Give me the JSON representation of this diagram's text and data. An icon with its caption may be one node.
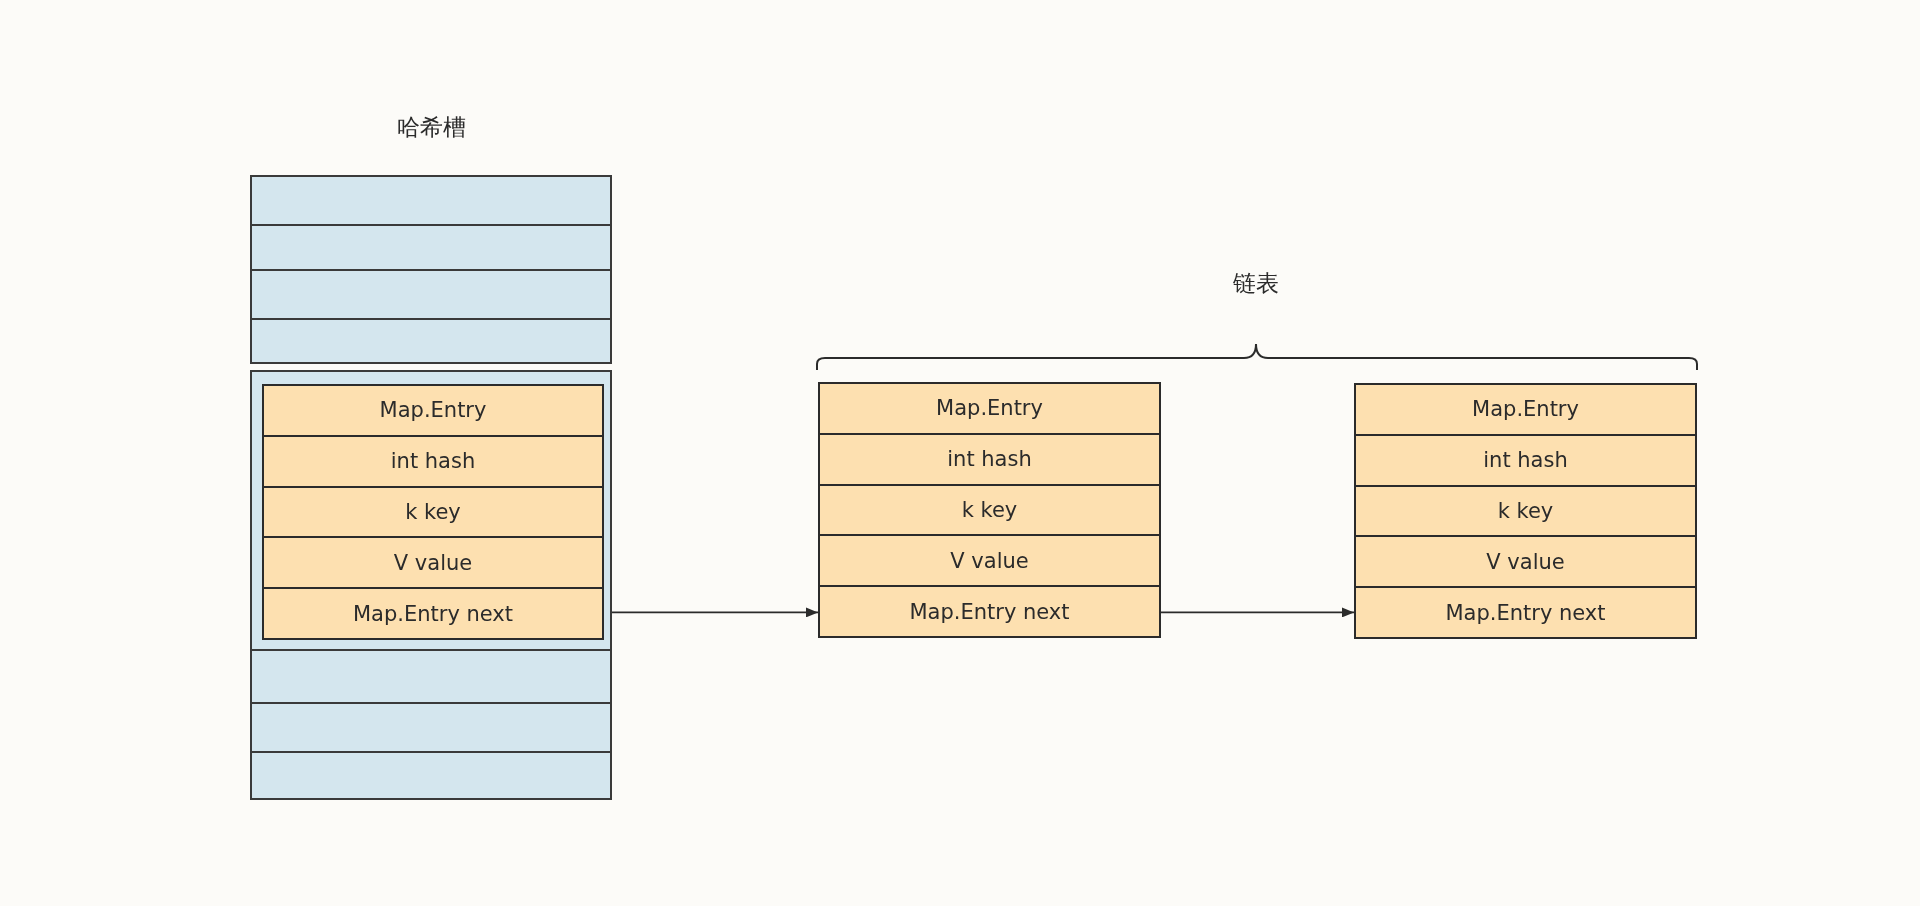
{
  "diagram": {
    "nodes": [
      {
        "text": [
          "哈希槽"
        ]
      },
      {
        "text": [],
        "shape": "box",
        "in": 0
      },
      {
        "text": [],
        "shape": "box",
        "in": 0
      },
      {
        "text": [],
        "shape": "box",
        "in": 0
      },
      {
        "text": [],
        "shape": "box",
        "in": 0
      },
      {
        "text": [],
        "shape": "box",
        "in": 0
      },
      {
        "text": [
          "Map.Entry",
          "int hash",
          "k key",
          "V value",
          "Map.Entry next"
        ],
        "in": 5
      },
      {
        "text": [],
        "shape": "box",
        "in": 0
      },
      {
        "text": [],
        "shape": "box",
        "in": 0
      },
      {
        "text": [],
        "shape": "box",
        "in": 0
      },
      {
        "text": [
          "Map.Entry",
          "int hash",
          "k key",
          "V value",
          "Map.Entry next"
        ]
      },
      {
        "text": [
          "Map.Entry",
          "int hash",
          "k key",
          "V value",
          "Map.Entry next"
        ]
      }
    ],
    "edges": [
      {
        "from": 6,
        "to": 10,
        "arrow": "to"
      },
      {
        "from": 10,
        "to": 11,
        "arrow": "to"
      }
    ],
    "labels": [
      "链表"
    ]
  }
}
